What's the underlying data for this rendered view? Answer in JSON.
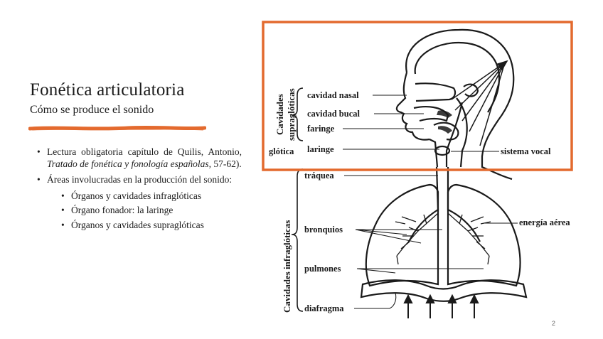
{
  "slide": {
    "title": "Fonética articulatoria",
    "subtitle": "Cómo se produce el sonido",
    "accent_color": "#E36A2E",
    "page_number": "2"
  },
  "bullets": {
    "b1_prefix": "Lectura obligatoria capítulo de Quilis, Antonio, ",
    "b1_italic": "Tratado de fonética y fonología españolas,",
    "b1_suffix": " 57-62).",
    "b2": "Áreas involucradas en la producción del sonido:",
    "sub": [
      "Órganos y cavidades infraglóticas",
      "Órgano fonador: la laringe",
      "Órganos y cavidades supraglóticas"
    ]
  },
  "figure": {
    "labels": {
      "cavidad_nasal": "cavidad nasal",
      "cavidad_bucal": "cavidad bucal",
      "faringe": "faringe",
      "laringe": "laringe",
      "sistema_vocal": "sistema vocal",
      "traquea": "tráquea",
      "bronquios": "bronquios",
      "energia_aerea": "energía aérea",
      "pulmones": "pulmones",
      "diafragma": "diafragma",
      "cavidades_supra_1": "Cavidades",
      "cavidades_supra_2": "supraglóticas",
      "glotica": "glótica",
      "cavidades_infra": "Cavidades infraglóticas"
    },
    "highlight_color": "#E36A2E"
  }
}
